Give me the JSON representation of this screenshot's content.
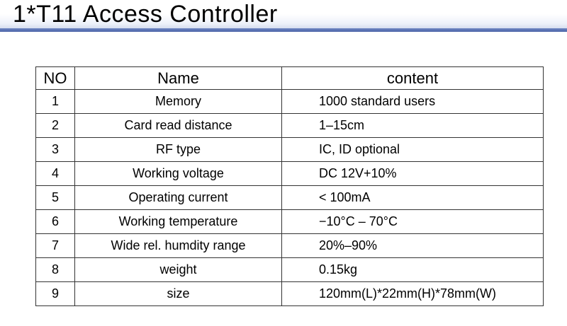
{
  "page": {
    "title": "1*T11 Access Controller"
  },
  "table": {
    "headers": {
      "no": "NO",
      "name": "Name",
      "content": "content"
    },
    "rows": [
      {
        "no": "1",
        "name": "Memory",
        "content": "1000 standard users"
      },
      {
        "no": "2",
        "name": "Card read distance",
        "content": "1–15cm"
      },
      {
        "no": "3",
        "name": "RF type",
        "content": "IC, ID optional"
      },
      {
        "no": "4",
        "name": "Working voltage",
        "content": "DC 12V+10%"
      },
      {
        "no": "5",
        "name": "Operating current",
        "content": "< 100mA"
      },
      {
        "no": "6",
        "name": "Working temperature",
        "content": "−10°C – 70°C"
      },
      {
        "no": "7",
        "name": "Wide rel. humdity range",
        "content": "20%–90%"
      },
      {
        "no": "8",
        "name": "weight",
        "content": "0.15kg"
      },
      {
        "no": "9",
        "name": "size",
        "content": "120mm(L)*22mm(H)*78mm(W)"
      }
    ]
  },
  "colors": {
    "title_rule": "#4b63a8",
    "border": "#333333",
    "text": "#000000"
  }
}
